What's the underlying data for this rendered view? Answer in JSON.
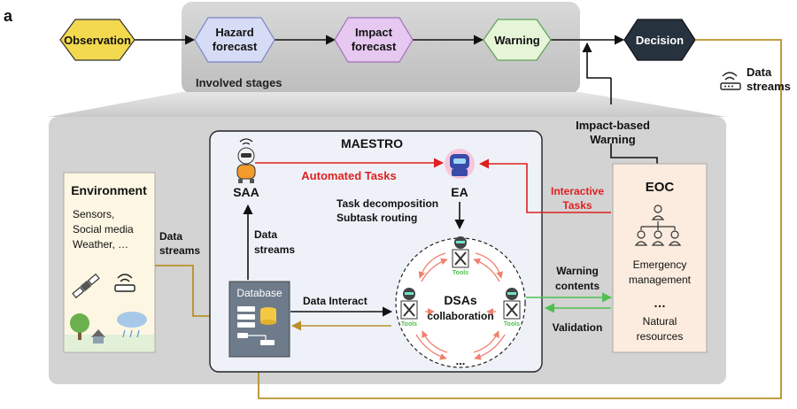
{
  "panel_label": "a",
  "pipeline": {
    "observation": "Observation",
    "hazard_1": "Hazard",
    "hazard_2": "forecast",
    "impact_1": "Impact",
    "impact_2": "forecast",
    "warning": "Warning",
    "decision": "Decision",
    "involved_stages": "Involved stages"
  },
  "data_streams_right": {
    "line1": "Data",
    "line2": "streams"
  },
  "impact_based_warning": {
    "line1": "Impact-based",
    "line2": "Warning"
  },
  "maestro": {
    "title": "MAESTRO",
    "saa": "SAA",
    "ea": "EA",
    "automated_tasks": "Automated Tasks",
    "task_decomposition": "Task decomposition",
    "subtask_routing": "Subtask routing",
    "data_streams_1": "Data",
    "data_streams_2": "streams",
    "database": "Database",
    "data_interact": "Data Interact",
    "dsas_1": "DSAs",
    "dsas_2": "collaboration",
    "tools": "Tools",
    "ellipsis": "..."
  },
  "environment": {
    "title": "Environment",
    "line1": "Sensors,",
    "line2": "Social media",
    "line3": "Weather, …"
  },
  "data_streams_left": {
    "line1": "Data",
    "line2": "streams"
  },
  "interactive_tasks": {
    "line1": "Interactive",
    "line2": "Tasks"
  },
  "warning_contents": {
    "line1": "Warning",
    "line2": "contents"
  },
  "validation": "Validation",
  "eoc": {
    "title": "EOC",
    "em1": "Emergency",
    "em2": "management",
    "dots": "…",
    "nr1": "Natural",
    "nr2": "resources"
  },
  "colors": {
    "observation": "#f2d94e",
    "hazard": "#d6dcf5",
    "impact": "#e6c8f0",
    "warning": "#e6f5d8",
    "decision": "#27323f",
    "gold_line": "#b8902a",
    "red": "#e02020",
    "green": "#4fbf4f",
    "salmon": "#f08070",
    "panel": "#d3d3d3",
    "maestro_bg": "#eef2f8",
    "environment_bg": "#fdf6e3",
    "eoc_bg": "#fbecdf",
    "database_bg": "#6e7b8b"
  }
}
